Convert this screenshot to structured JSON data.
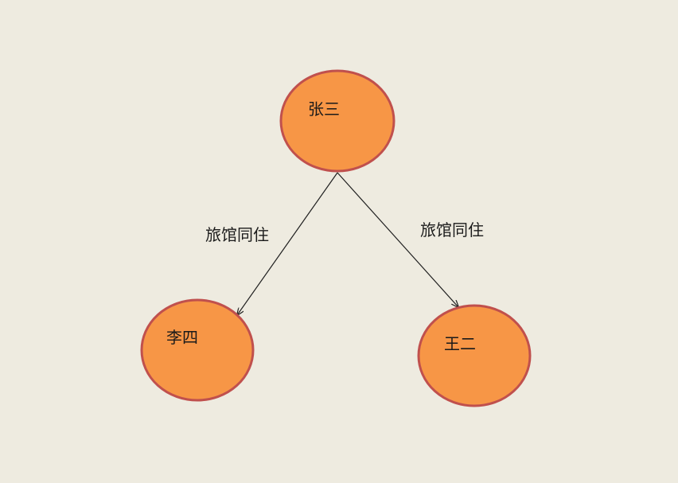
{
  "diagram": {
    "nodes": [
      {
        "id": "zhangsan",
        "label": "张三"
      },
      {
        "id": "lisi",
        "label": "李四"
      },
      {
        "id": "wanger",
        "label": "王二"
      }
    ],
    "edges": [
      {
        "from": "zhangsan",
        "to": "lisi",
        "label": "旅馆同住"
      },
      {
        "from": "zhangsan",
        "to": "wanger",
        "label": "旅馆同住"
      }
    ]
  },
  "colors": {
    "background": "#eeebe0",
    "node_fill": "#f79646",
    "node_stroke": "#c0504d",
    "edge": "#1f1f1f"
  }
}
